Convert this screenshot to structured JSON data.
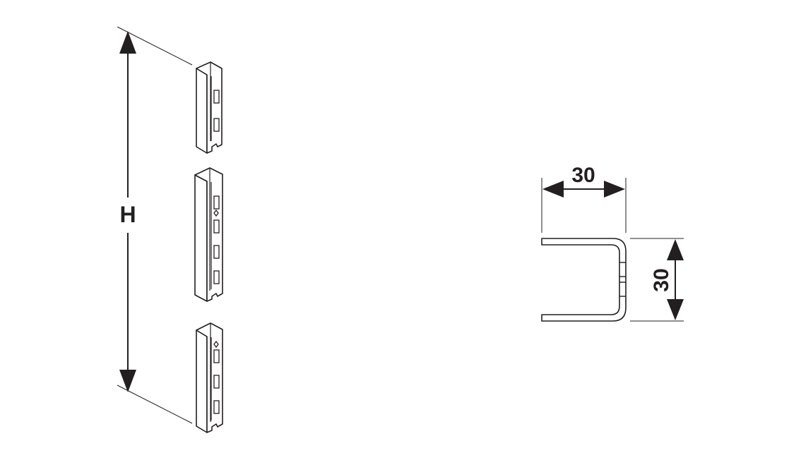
{
  "diagram": {
    "height_label": "H",
    "width_dimension": "30",
    "depth_dimension": "30",
    "line_color": "#231f20",
    "background_color": "#ffffff"
  }
}
